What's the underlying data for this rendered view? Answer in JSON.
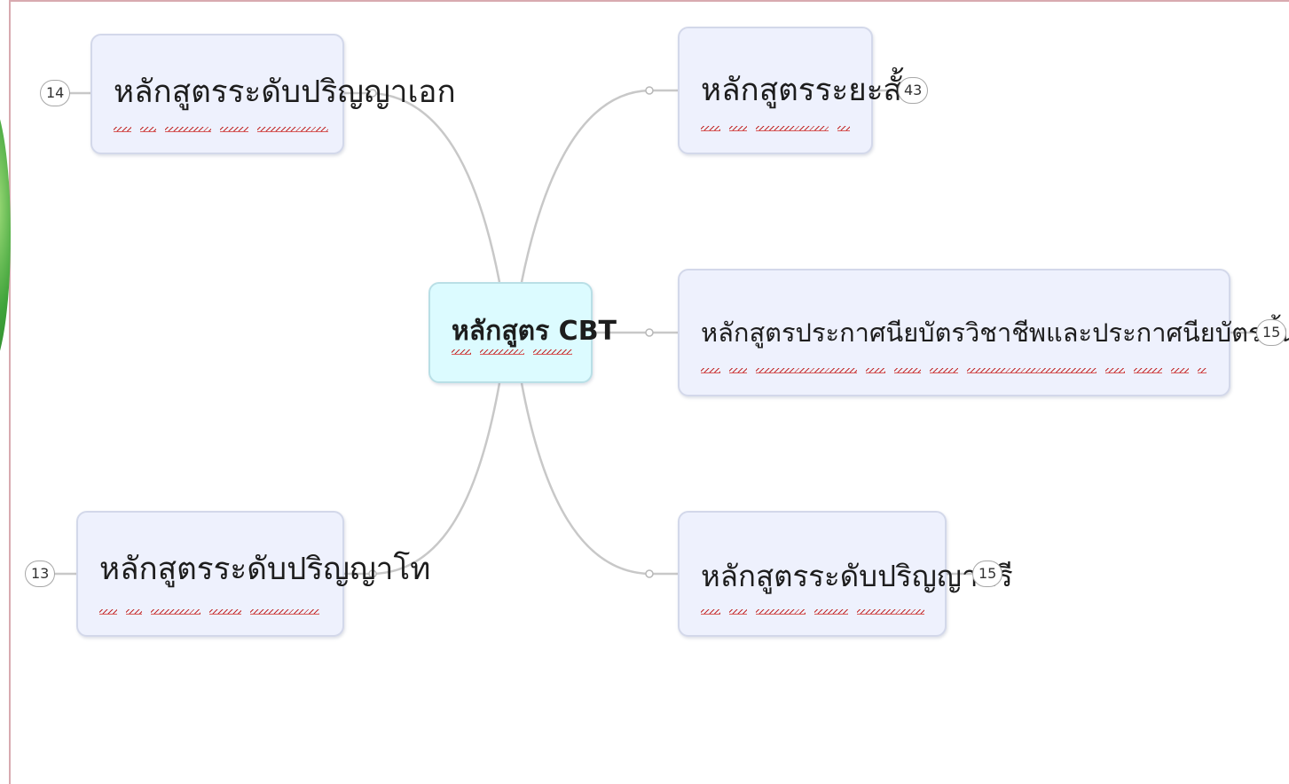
{
  "mindmap": {
    "central": {
      "label": "หลักสูตร CBT"
    },
    "topics": [
      {
        "id": "doctoral",
        "label": "หลักสูตรระดับปริญญาเอก",
        "count": "14"
      },
      {
        "id": "masters",
        "label": "หลักสูตรระดับปริญญาโท",
        "count": "13"
      },
      {
        "id": "short",
        "label": "หลักสูตรระยะสั้น",
        "count": "43"
      },
      {
        "id": "vocational",
        "label": "หลักสูตรประกาศนียบัตรวิชาชีพและประกาศนียบัตรขั้นสูง",
        "count": "15"
      },
      {
        "id": "bachelors",
        "label": "หลักสูตรระดับปริญญาตรี",
        "count": "15"
      }
    ]
  },
  "colors": {
    "node_fill": "#eef1fd",
    "central_fill": "#dcfbff",
    "connector": "#c8c8c8",
    "spellcheck": "#c22a2a"
  }
}
